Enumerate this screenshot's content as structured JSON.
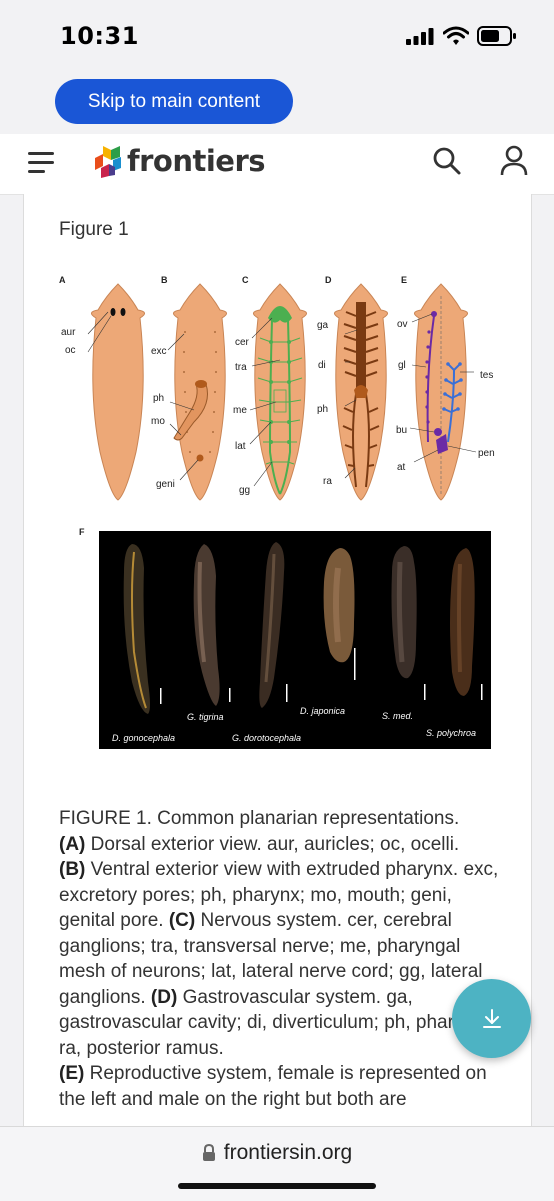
{
  "status_bar": {
    "time": "10:31"
  },
  "skip_link": {
    "label": "Skip to main content"
  },
  "header": {
    "logo_text": "frontiers"
  },
  "figure": {
    "title": "Figure 1",
    "panels": {
      "a": {
        "letter": "A",
        "labels": [
          "aur",
          "oc"
        ]
      },
      "b": {
        "letter": "B",
        "labels": [
          "exc",
          "ph",
          "mo",
          "geni"
        ]
      },
      "c": {
        "letter": "C",
        "labels": [
          "cer",
          "tra",
          "me",
          "lat",
          "gg"
        ]
      },
      "d": {
        "letter": "D",
        "labels": [
          "ga",
          "di",
          "ph",
          "ra"
        ]
      },
      "e": {
        "letter": "E",
        "labels": [
          "ov",
          "gl",
          "tes",
          "bu",
          "pen",
          "at"
        ]
      },
      "f": {
        "letter": "F",
        "species": [
          "D. gonocephala",
          "G. tigrina",
          "G. dorotocephala",
          "D. japonica",
          "S. med.",
          "S. polychroa"
        ]
      }
    }
  },
  "caption": {
    "intro": "FIGURE 1. Common planarian representations.",
    "a_tag": "(A)",
    "a_text": " Dorsal exterior view. aur, auricles; oc, ocelli.",
    "b_tag": "(B)",
    "b_text": " Ventral exterior view with extruded pharynx. exc, excretory pores; ph, pharynx; mo, mouth; geni, genital pore.",
    "c_tag": "(C)",
    "c_text": " Nervous system. cer, cerebral ganglions; tra, transversal nerve; me, pharyngal mesh of neurons; lat, lateral nerve cord; gg, lateral ganglions.",
    "d_tag": "(D)",
    "d_text": " Gastrovascular system. ga, gastrovascular cavity; di, diverticulum; ph, pharynx; ra, posterior ramus.",
    "e_tag": "(E)",
    "e_text": " Reproductive system, female is represented on the left and male on the right but both are"
  },
  "bottom_bar": {
    "url": "frontiersin.org"
  },
  "icons": [
    "hamburger-menu-icon",
    "frontiers-logo-icon",
    "search-icon",
    "user-icon",
    "download-icon",
    "lock-icon",
    "signal-icon",
    "wifi-icon",
    "battery-icon"
  ],
  "colors": {
    "skip_button": "#1a56d6",
    "download_fab": "#4db3c3",
    "worm_body": "#eda877",
    "nerve": "#4caf50",
    "gut": "#7a3a12",
    "reproductive": "#6b2aa5"
  }
}
